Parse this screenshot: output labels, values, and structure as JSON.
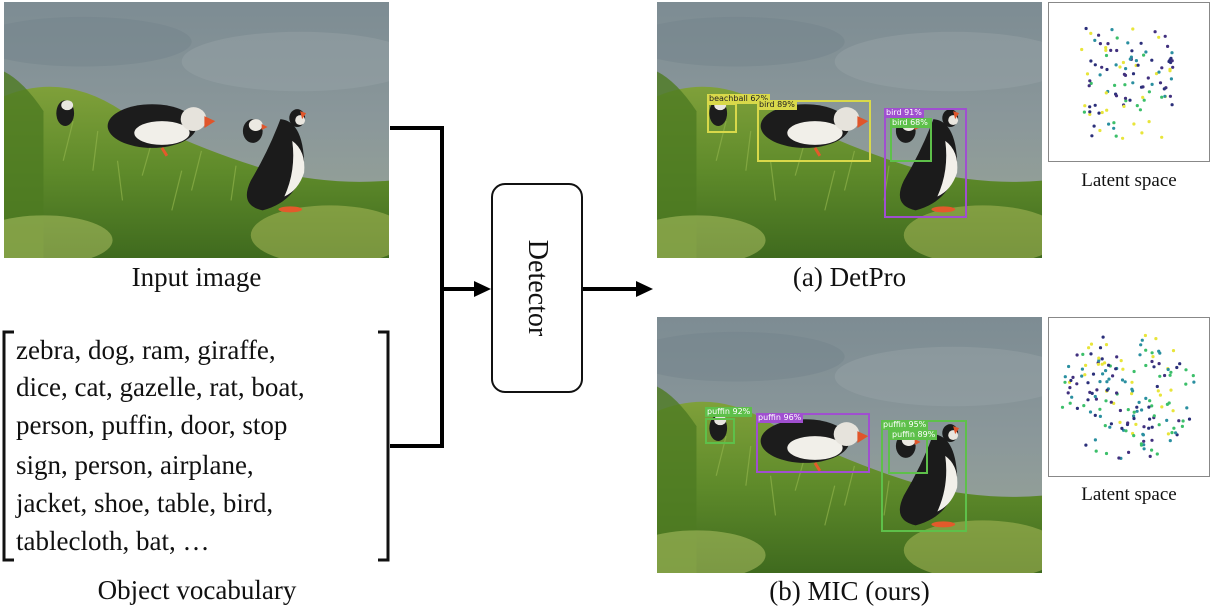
{
  "input": {
    "caption": "Input image"
  },
  "vocabulary": {
    "lines": [
      "zebra, dog, ram, giraffe,",
      "dice, cat, gazelle, rat, boat,",
      "person,  puffin, door, stop",
      "sign,  person, airplane,",
      "jacket, shoe, table, bird,",
      "tablecloth, bat, …"
    ],
    "caption": "Object vocabulary"
  },
  "detector": {
    "label": "Detector"
  },
  "results": [
    {
      "caption": "(a) DetPro",
      "detections": [
        {
          "label": "beachball 62%",
          "color": "#d9d94a"
        },
        {
          "label": "bird 89%",
          "color": "#d9d94a"
        },
        {
          "label": "bird 91%",
          "color": "#a04fd0"
        },
        {
          "label": "bird 68%",
          "color": "#5ec04a"
        }
      ],
      "latent_caption": "Latent space"
    },
    {
      "caption": "(b) MIC (ours)",
      "detections": [
        {
          "label": "puffin 92%",
          "color": "#5ec04a"
        },
        {
          "label": "puffin 96%",
          "color": "#a04fd0"
        },
        {
          "label": "puffin 95%",
          "color": "#5ec04a"
        },
        {
          "label": "puffin 89%",
          "color": "#5ec04a"
        }
      ],
      "latent_caption": "Latent space"
    }
  ],
  "colors": {
    "arrow": "#000000",
    "point_palette": [
      "#2b2f7a",
      "#2a8fa0",
      "#3cbf6a",
      "#e8e53a",
      "#41307e"
    ]
  }
}
